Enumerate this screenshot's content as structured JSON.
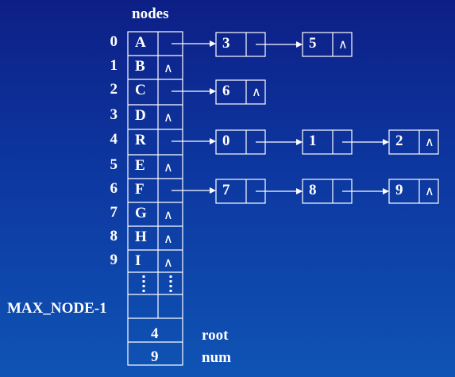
{
  "title": "nodes",
  "rows": [
    {
      "index": "0",
      "data": "A",
      "child": "arrow"
    },
    {
      "index": "1",
      "data": "B",
      "child": "∧"
    },
    {
      "index": "2",
      "data": "C",
      "child": "arrow"
    },
    {
      "index": "3",
      "data": "D",
      "child": "∧"
    },
    {
      "index": "4",
      "data": "R",
      "child": "arrow"
    },
    {
      "index": "5",
      "data": "E",
      "child": "∧"
    },
    {
      "index": "6",
      "data": "F",
      "child": "arrow"
    },
    {
      "index": "7",
      "data": "G",
      "child": "∧"
    },
    {
      "index": "8",
      "data": "H",
      "child": "∧"
    },
    {
      "index": "9",
      "data": "I",
      "child": "∧"
    }
  ],
  "max_row_label": "MAX_NODE-1",
  "lists": {
    "row0": [
      {
        "value": "3",
        "next": "arrow"
      },
      {
        "value": "5",
        "next": "∧"
      }
    ],
    "row2": [
      {
        "value": "6",
        "next": "∧"
      }
    ],
    "row4": [
      {
        "value": "0",
        "next": "arrow"
      },
      {
        "value": "1",
        "next": "arrow"
      },
      {
        "value": "2",
        "next": "∧"
      }
    ],
    "row6": [
      {
        "value": "7",
        "next": "arrow"
      },
      {
        "value": "8",
        "next": "arrow"
      },
      {
        "value": "9",
        "next": "∧"
      }
    ]
  },
  "root": {
    "value": "4",
    "label": "root"
  },
  "num": {
    "value": "9",
    "label": "num"
  },
  "colors": {
    "line": "#ffffff",
    "text": "#ffffff"
  }
}
